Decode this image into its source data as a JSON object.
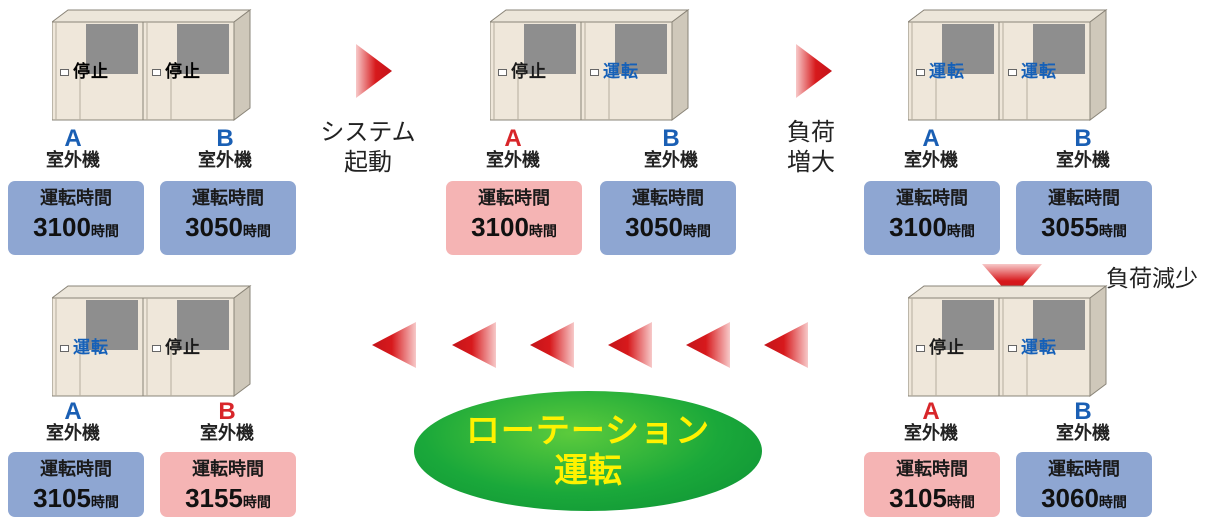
{
  "units": [
    {
      "id": "p1",
      "labels": [
        {
          "text": "停止",
          "state": "stop"
        },
        {
          "text": "停止",
          "state": "stop"
        }
      ],
      "a": {
        "letter": "A",
        "color": "blue",
        "name": "室外機",
        "hours_label": "運転時間",
        "hours": "3100",
        "unit": "時間",
        "box": "blue"
      },
      "b": {
        "letter": "B",
        "color": "blue",
        "name": "室外機",
        "hours_label": "運転時間",
        "hours": "3050",
        "unit": "時間",
        "box": "blue"
      }
    },
    {
      "id": "p2",
      "labels": [
        {
          "text": "停止",
          "state": "stop"
        },
        {
          "text": "運転",
          "state": "run"
        }
      ],
      "a": {
        "letter": "A",
        "color": "red",
        "name": "室外機",
        "hours_label": "運転時間",
        "hours": "3100",
        "unit": "時間",
        "box": "pink"
      },
      "b": {
        "letter": "B",
        "color": "blue",
        "name": "室外機",
        "hours_label": "運転時間",
        "hours": "3050",
        "unit": "時間",
        "box": "blue"
      }
    },
    {
      "id": "p3",
      "labels": [
        {
          "text": "運転",
          "state": "run"
        },
        {
          "text": "運転",
          "state": "run"
        }
      ],
      "a": {
        "letter": "A",
        "color": "blue",
        "name": "室外機",
        "hours_label": "運転時間",
        "hours": "3100",
        "unit": "時間",
        "box": "blue"
      },
      "b": {
        "letter": "B",
        "color": "blue",
        "name": "室外機",
        "hours_label": "運転時間",
        "hours": "3055",
        "unit": "時間",
        "box": "blue"
      }
    },
    {
      "id": "p4",
      "labels": [
        {
          "text": "停止",
          "state": "stop"
        },
        {
          "text": "運転",
          "state": "run"
        }
      ],
      "a": {
        "letter": "A",
        "color": "red",
        "name": "室外機",
        "hours_label": "運転時間",
        "hours": "3105",
        "unit": "時間",
        "box": "pink"
      },
      "b": {
        "letter": "B",
        "color": "blue",
        "name": "室外機",
        "hours_label": "運転時間",
        "hours": "3060",
        "unit": "時間",
        "box": "blue"
      }
    },
    {
      "id": "p5",
      "labels": [
        {
          "text": "運転",
          "state": "run"
        },
        {
          "text": "停止",
          "state": "stop"
        }
      ],
      "a": {
        "letter": "A",
        "color": "blue",
        "name": "室外機",
        "hours_label": "運転時間",
        "hours": "3105",
        "unit": "時間",
        "box": "blue"
      },
      "b": {
        "letter": "B",
        "color": "red",
        "name": "室外機",
        "hours_label": "運転時間",
        "hours": "3155",
        "unit": "時間",
        "box": "pink"
      }
    }
  ],
  "steps": {
    "start": [
      "システム",
      "起動"
    ],
    "increase": [
      "負荷",
      "増大"
    ],
    "decrease": "負荷減少"
  },
  "rotation": {
    "line1": "ローテーション",
    "line2": "運転"
  },
  "colors": {
    "arrow": "#d7191c",
    "run_label": "#1560b8",
    "blue_box": "#8ea6d2",
    "pink_box": "#f5b4b4",
    "ellipse": "#1aa83a",
    "rotation_text": "#fff200"
  }
}
